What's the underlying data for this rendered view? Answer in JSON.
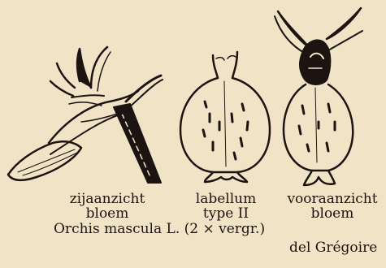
{
  "captions": {
    "left_line1": "zijaanzicht",
    "left_line2": "bloem",
    "middle_line1": "labellum",
    "middle_line2": "type II",
    "right_line1": "vooraanzicht",
    "right_line2": "bloem",
    "species": "Orchis mascula L. (2 × vergr.)",
    "credit": "del Grégoire"
  },
  "colors": {
    "paper": "#f1e3c6",
    "ink": "#1b1410"
  }
}
